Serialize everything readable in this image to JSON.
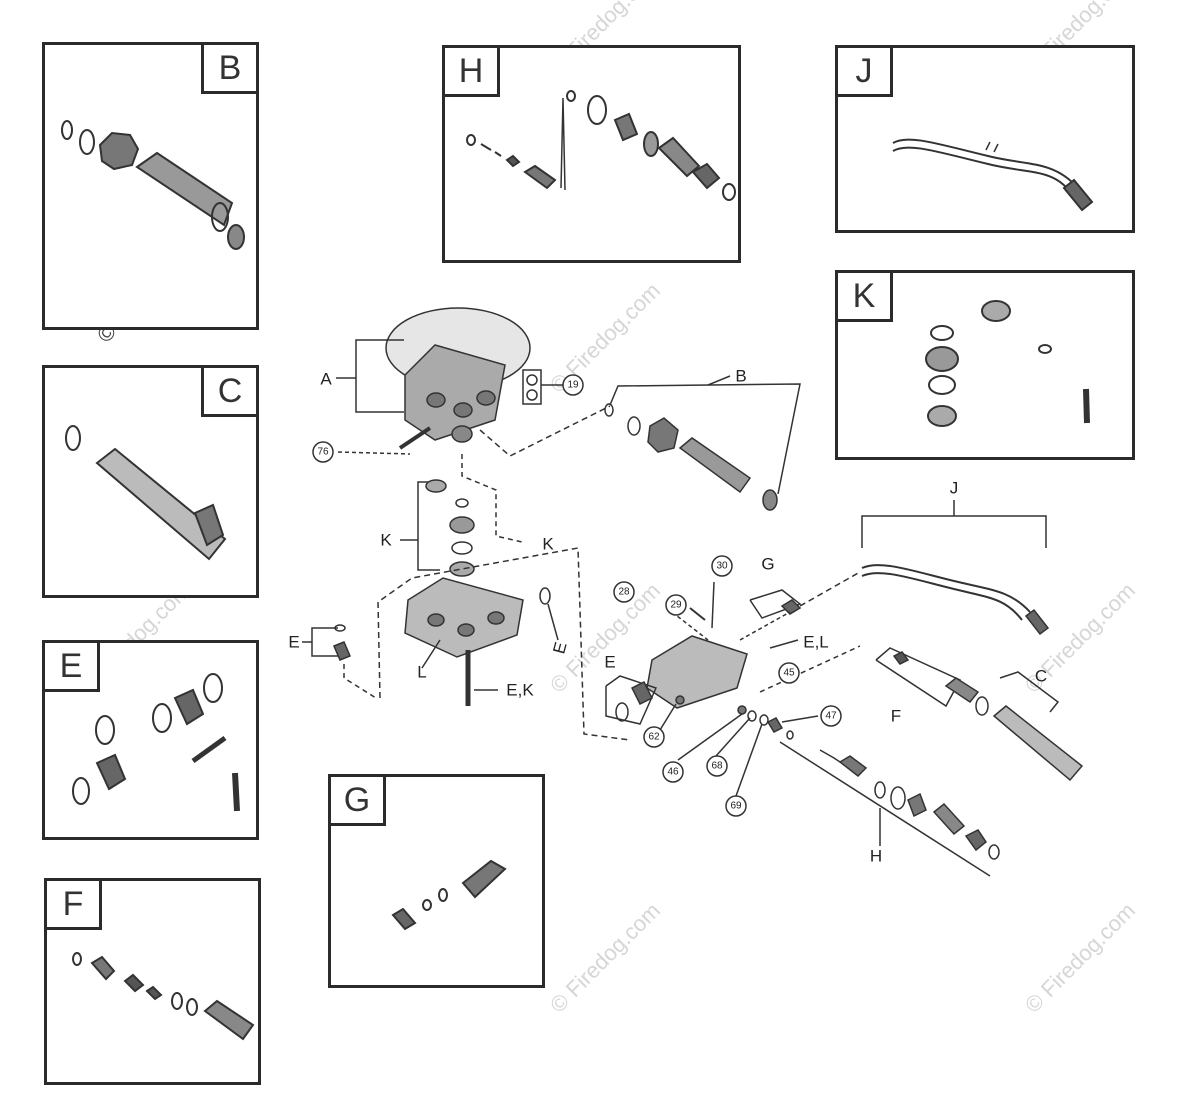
{
  "panels": {
    "b": {
      "label": "B"
    },
    "c": {
      "label": "C"
    },
    "e": {
      "label": "E"
    },
    "f": {
      "label": "F"
    },
    "g": {
      "label": "G"
    },
    "h": {
      "label": "H"
    },
    "j": {
      "label": "J"
    },
    "k": {
      "label": "K"
    }
  },
  "watermark": {
    "text": "Firedog.com",
    "copyright": "©"
  },
  "main": {
    "group_labels": {
      "a": "A",
      "b": "B",
      "c": "C",
      "e1": "E",
      "e2": "E",
      "e3": "E",
      "ek": "E,K",
      "el": "E,L",
      "f": "F",
      "g": "G",
      "h": "H",
      "j": "J",
      "k1": "K",
      "k2": "K",
      "l": "L"
    },
    "callouts": {
      "c19": "19",
      "c76": "76",
      "c28": "28",
      "c29": "29",
      "c30": "30",
      "c45": "45",
      "c46": "46",
      "c47": "47",
      "c62": "62",
      "c68": "68",
      "c69": "69"
    }
  }
}
